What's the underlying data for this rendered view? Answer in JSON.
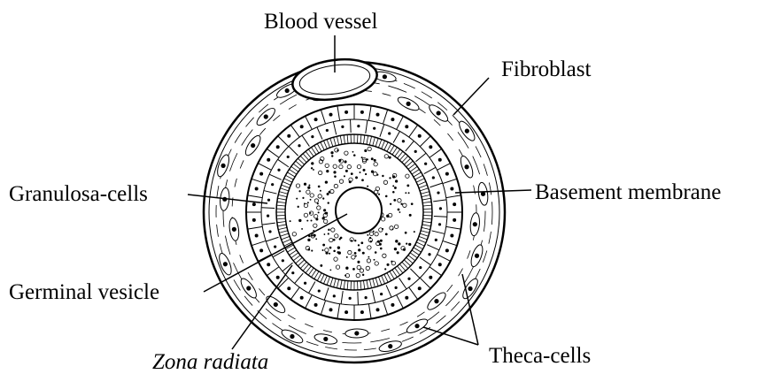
{
  "labels": {
    "blood_vessel": "Blood vessel",
    "fibroblast": "Fibroblast",
    "granulosa_cells": "Granulosa-cells",
    "basement_membrane": "Basement membrane",
    "germinal_vesicle": "Germinal vesicle",
    "zona_radiata": "Zona radiata",
    "theca_cells": "Theca-cells"
  }
}
